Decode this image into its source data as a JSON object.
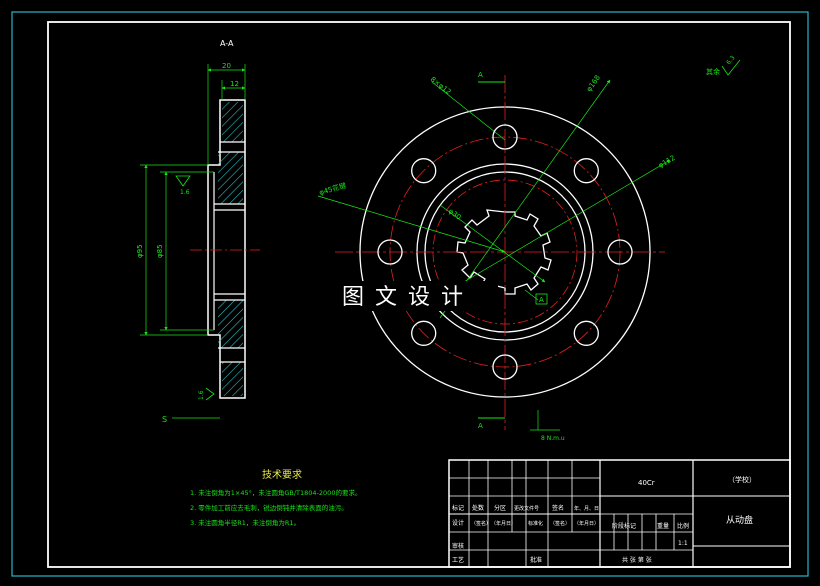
{
  "colors": {
    "outer_frame": "#27b7c7",
    "frame": "#ffffff",
    "outline": "#ffffff",
    "dimension": "#19e619",
    "centerline": "#e02020",
    "hatch": "#2fbfbf",
    "notes_title": "#e8e84a"
  },
  "section_view": {
    "label": "A-A",
    "dims": {
      "overall_width": "20",
      "hub_width": "12",
      "diameter_outer": "φ95",
      "diameter_inner": "φ85",
      "roughness_left": "1.6",
      "roughness_bottom": "1.6",
      "left_marker": "S"
    }
  },
  "front_view": {
    "cut_label_top": "A",
    "cut_label_bottom": "A",
    "dims": {
      "holes": "8×φ12",
      "bcd": "φ168",
      "od": "φ112",
      "spline": "φ45花键",
      "bore": "φ30",
      "bottom_dim": "8 N.m.u"
    },
    "datum_label": "A"
  },
  "surface_finish": {
    "label": "其余",
    "value": "6.3"
  },
  "watermark": "图 文 设 计",
  "notes": {
    "title": "技术要求",
    "items": [
      "1. 未注倒角为1×45°，未注圆角GB/T1804-2000的要求。",
      "2. 零件加工前应去毛刺，锐边倒钝并清除表面的油污。",
      "3. 未注圆角半径R1，未注倒角为R1。"
    ]
  },
  "title_block": {
    "material": "40Cr",
    "school": "（学校）",
    "part_name": "从动盘",
    "scale_value": "1:1",
    "headers": [
      "标记",
      "处数",
      "分区",
      "更改文件号",
      "签名",
      "年、月、日"
    ],
    "row_design": [
      "设计",
      "（签名）",
      "（年月日）",
      "标准化",
      "（签名）",
      "（年月日）"
    ],
    "stage_label": "阶段标记",
    "weight_label": "重量",
    "scale_label": "比例",
    "review_label": "审核",
    "process_label": "工艺",
    "approve_label": "批准",
    "sheet_label": "共 张 第 张"
  }
}
